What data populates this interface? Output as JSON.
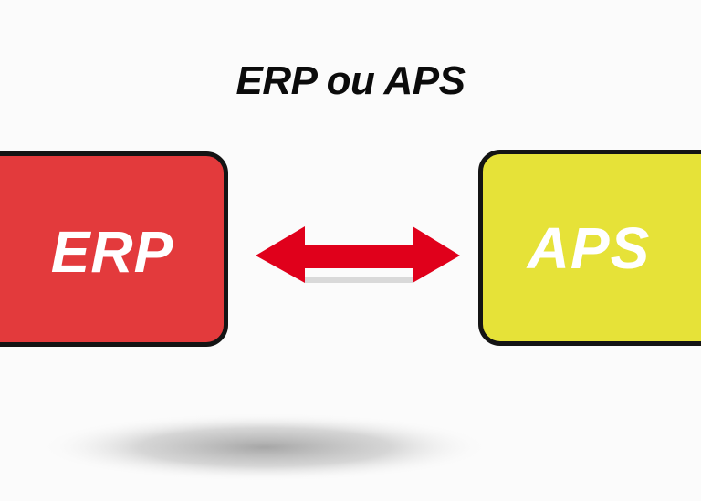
{
  "title": "ERP ou APS",
  "left_box": {
    "label": "ERP",
    "color": "#e33a3c"
  },
  "right_box": {
    "label": "APS",
    "color": "#e6e238"
  },
  "connector": {
    "icon": "double-headed-arrow-icon",
    "color": "#e0001b"
  }
}
